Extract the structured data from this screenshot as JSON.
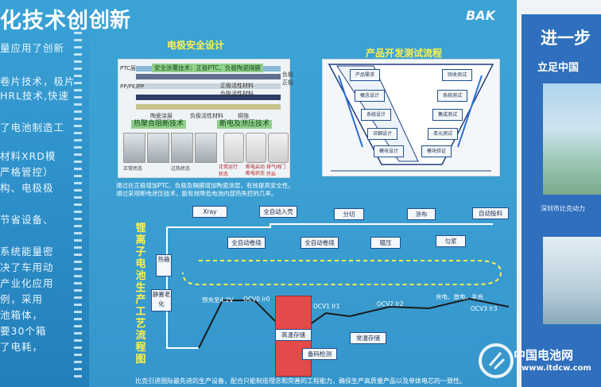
{
  "left_board": {
    "title": "化技术创新",
    "lines": [
      "量应用了创新",
      "卷片技术，极片",
      "HRL技术,快速",
      "了电池制造工",
      "材料XRD模",
      "严格管控）",
      "构、电极极",
      "节省设备、",
      "系统能量密",
      "决了车用动",
      "产业化应用",
      "例，采用",
      "池箱体，",
      "要30个箱",
      "了电耗，"
    ]
  },
  "poster": {
    "title": "创新",
    "logo": "BAK",
    "safety_design": {
      "title": "电极安全设计",
      "layer_labels": [
        "PTC层",
        "PP/PE/PP",
        "安全涂覆技术：正极PTC、负极陶瓷隔膜",
        "正极活性材料",
        "负极活性材料",
        "陶瓷涂层",
        "负极活性材料",
        "铜箔",
        "负极",
        "正极"
      ],
      "tech_tags": [
        "热聚合阻断技术",
        "断电及泄压技术"
      ],
      "cell_captions": [
        "正常状态",
        "过热状态",
        "正常运行状态",
        "断电启动",
        "断电状态",
        "排气阀门开启"
      ],
      "notes": [
        "通过在正极增加PTC、负极及隔膜增加陶瓷涂层，有效提高安全性。",
        "通过采用断电泄压技术，能有效降低电池内部热失控的几率。"
      ]
    },
    "product_dev": {
      "title": "产品开发测试流程",
      "left_steps": [
        "产品需求",
        "概念设计",
        "系统设计",
        "详细设计",
        "模块设计"
      ],
      "right_steps": [
        "验收测试",
        "系统测试",
        "集成测试",
        "单元测试",
        "模块验证"
      ]
    },
    "process": {
      "title": "锂离子电池生产工艺流程图",
      "top_row": [
        "Xray",
        "全自动入壳",
        "分切",
        "涂布",
        "自动投料"
      ],
      "bottom_row": [
        "全自动卷绕",
        "全自动卷绕",
        "辊压",
        "匀浆"
      ],
      "side_labels": [
        "热箱",
        "静置老化"
      ],
      "curve_labels": [
        "预充至4.2V",
        "OCV0 Ir0",
        "OCV1 Ir1",
        "OCV2 Ir2",
        "充电、放电、半充",
        "OCV3 Ir3"
      ],
      "boxes": [
        "高温存储",
        "常温存储",
        "备码检测"
      ],
      "footer": "比克引进国际最先进的生产设备，配合只能制造理念和完善的工程能力，确保生产高质量产品以及单体电芯的一致性。"
    }
  },
  "right_board": {
    "title": "进一步",
    "subtitle": "立足中国",
    "caption": "深圳市比克动力"
  },
  "watermark": {
    "name": "中国电池网",
    "url": "www.itdcw.com"
  },
  "colors": {
    "poster_bg": "#3ba3d5",
    "heading_yellow": "#fff24a",
    "red_box": "#e34a4a",
    "right_blue": "#2f6fbd"
  }
}
